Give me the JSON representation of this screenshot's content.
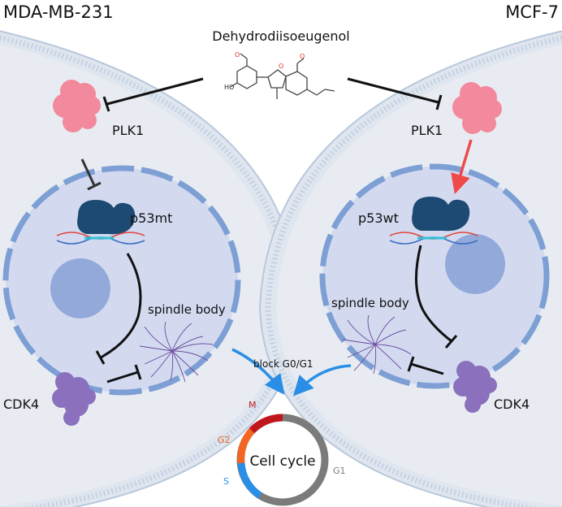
{
  "labels": {
    "cell_line_left": "MDA-MB-231",
    "cell_line_right": "MCF-7",
    "compound": "Dehydrodiisoeugenol",
    "plk1_left": "PLK1",
    "plk1_right": "PLK1",
    "p53_left": "p53mt",
    "p53_right": "p53wt",
    "spindle_left": "spindle body",
    "spindle_right": "spindle body",
    "cdk4_left": "CDK4",
    "cdk4_right": "CDK4",
    "block": "block G0/G1",
    "cycle_center": "Cell cycle",
    "phase_m": "M",
    "phase_g2": "G2",
    "phase_s": "S",
    "phase_g1": "G1"
  },
  "colors": {
    "membrane_outer": "#dfe6ef",
    "membrane_stripe": "#b9c8da",
    "cytoplasm": "#e8ecf2",
    "nucleus_fill": "#d3daf0",
    "nucleus_border": "#7d9fd4",
    "nucleolus": "#92a9d9",
    "plk1": "#f3899c",
    "p53": "#1c4a73",
    "cdk4": "#8a70bd",
    "inhibit_line": "#111111",
    "activate_arrow": "#ef4a4a",
    "block_arrow": "#2a8ee6",
    "phase_m": "#c0171d",
    "phase_g2": "#f26522",
    "phase_s": "#2a8ee6",
    "phase_g1": "#7b7b7b",
    "spindle": "#6a4a9c"
  }
}
